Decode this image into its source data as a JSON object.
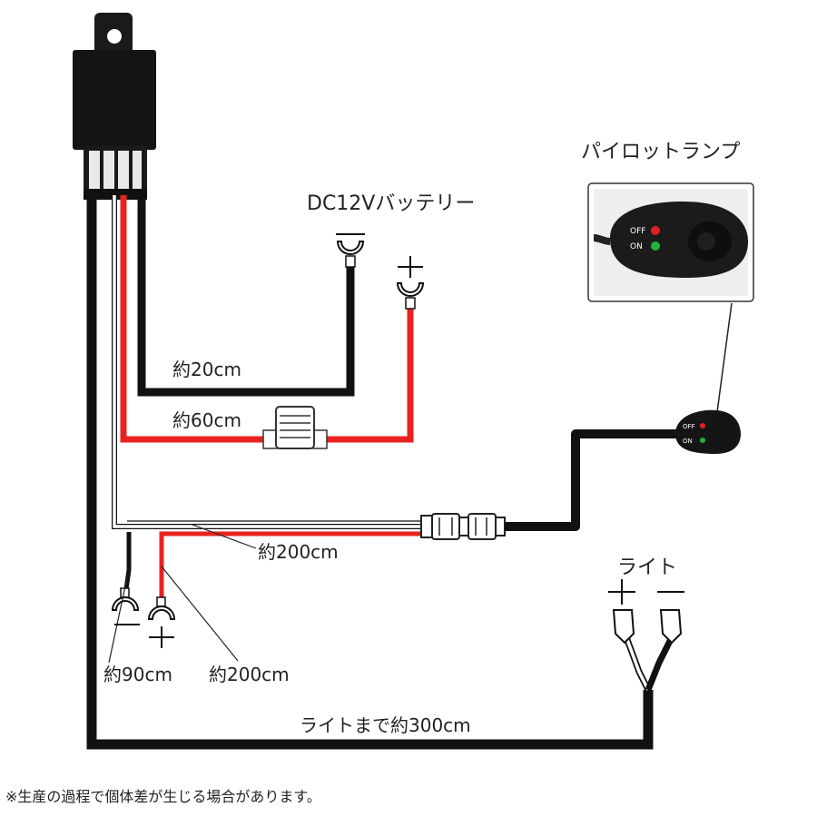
{
  "labels": {
    "battery": "DC12Vバッテリー",
    "pilot_lamp": "パイロットランプ",
    "light": "ライト",
    "len_20": "約20cm",
    "len_60": "約60cm",
    "len_200_harness": "約200cm",
    "len_90": "約90cm",
    "len_200_power": "約200cm",
    "len_300": "ライトまで約300cm",
    "footnote": "※生産の過程で個体差が生じる場合があります。"
  },
  "symbols": {
    "minus": "−",
    "plus": "+"
  },
  "switch": {
    "off": "OFF",
    "on": "ON"
  },
  "colors": {
    "black_wire": "#111111",
    "red_wire": "#e8231f",
    "white_wire": "#ffffff",
    "led_red": "#e02020",
    "led_green": "#22b33a"
  }
}
